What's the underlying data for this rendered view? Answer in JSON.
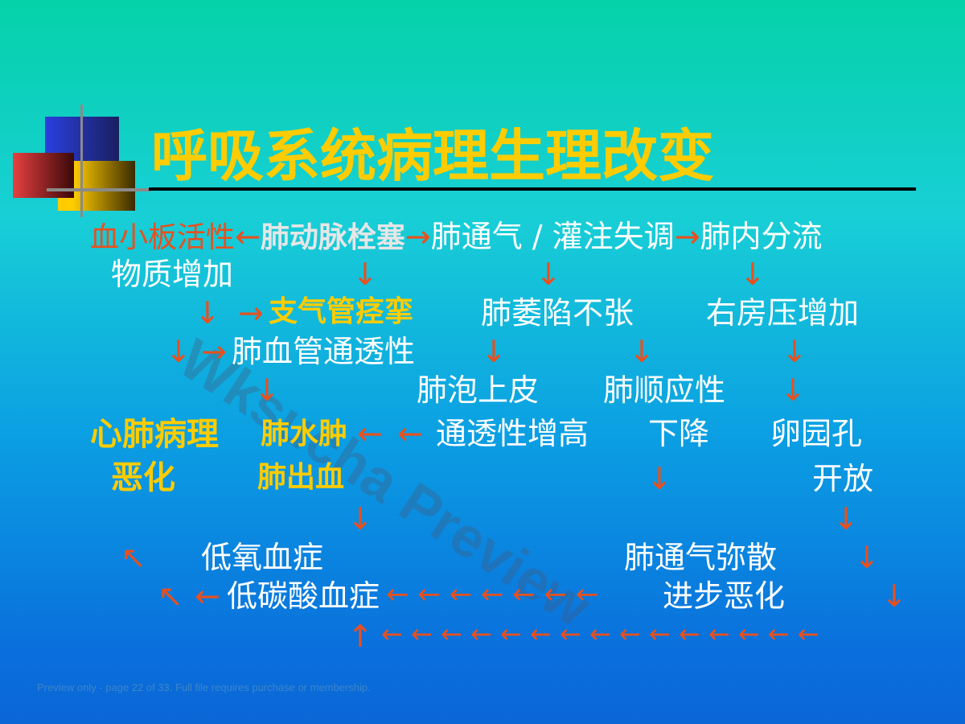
{
  "slide": {
    "title": "呼吸系统病理生理改变",
    "watermark": "Wksucha Preview",
    "footer": "Preview only - page 22 of 33. Full file requires purchase or membership."
  },
  "diagram": {
    "row1": {
      "a": "血小板活性",
      "arrow1": "←",
      "b": "肺动脉栓塞",
      "arrow2": "→",
      "c": "肺通气 / 灌注失调",
      "arrow3": "→",
      "d": "肺内分流"
    },
    "row2": {
      "a": "物质增加",
      "arr1": "↓",
      "arr2": "↓",
      "arr3": "↓"
    },
    "row3": {
      "arr1": "↓",
      "arr2": "→",
      "b": "支气管痉挛",
      "c": "肺萎陷不张",
      "d": "右房压增加"
    },
    "row4": {
      "arr1": "↓",
      "arr2": "→",
      "b": "肺血管通透性",
      "arr3": "↓",
      "arr4": "↓",
      "arr5": "↓"
    },
    "row5": {
      "arr1": "↓",
      "c": "肺泡上皮",
      "d": "肺顺应性",
      "arr2": "↓"
    },
    "row6": {
      "a": "心肺病理",
      "b": "肺水肿",
      "arr1": "←",
      "arr2": "←",
      "c": "通透性增高",
      "d": "下降",
      "e": "卵园孔"
    },
    "row7": {
      "a": "恶化",
      "b": "肺出血",
      "arr1": "↓",
      "e": "开放"
    },
    "row8": {
      "arr1": "↓",
      "arr2": "↓"
    },
    "row9": {
      "arr1": "↖",
      "a": "低氧血症",
      "b": "肺通气弥散",
      "arr2": "↓"
    },
    "row10": {
      "arr1": "↖",
      "arr2": "←",
      "a": "低碳酸血症",
      "arrows": "← ← ← ← ← ← ←",
      "b": "进步恶化",
      "arr3": "↓"
    },
    "row11": {
      "arr1": "↑",
      "arrows": "← ← ← ← ← ← ← ← ← ← ← ← ← ← ←"
    }
  },
  "colors": {
    "title": "#ffcc00",
    "text": "#ffffff",
    "highlight": "#ffcc00",
    "arrow": "#e8501e",
    "rule": "#000000"
  }
}
